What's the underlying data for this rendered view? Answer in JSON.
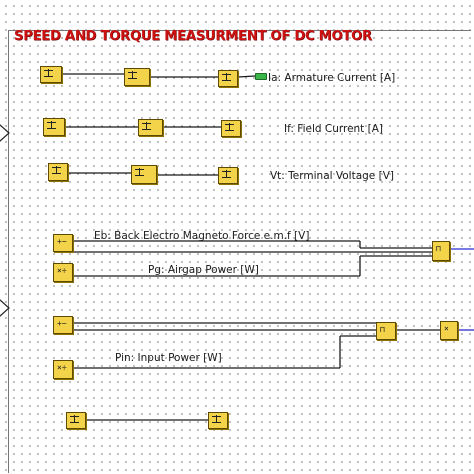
{
  "diagram": {
    "title": "SPEED AND TORQUE MEASURMENT OF DC MOTOR",
    "labels": {
      "ia": "Ia: Armature Current [A]",
      "if": "If: Field Current [A]",
      "vt": "Vt: Terminal Voltage [V]",
      "eb": "Eb: Back Electro Magneto Force e.m.f [V]",
      "pg": "Pg: Airgap Power [W]",
      "pin": "Pin: Input Power [W]"
    }
  },
  "colors": {
    "title": "#cc1111",
    "block_fill": "#f3d34a",
    "param_text": "#1f8a2a",
    "output_wire": "#2a2ad4"
  }
}
